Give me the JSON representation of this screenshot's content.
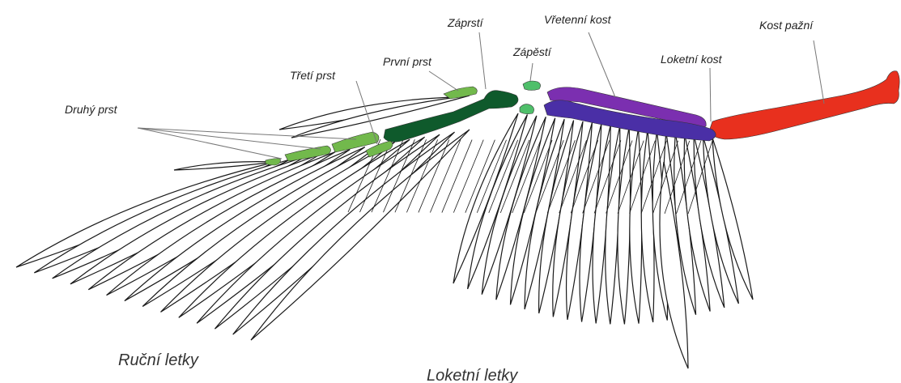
{
  "labels": {
    "zaprsti": "Záprstí",
    "vretenni_kost": "Vřetenní kost",
    "kost_pazni": "Kost pažní",
    "zapesti": "Zápěstí",
    "loketni_kost": "Loketní kost",
    "prvni_prst": "První prst",
    "treti_prst": "Třetí prst",
    "druhy_prst": "Druhý prst",
    "rucni_letky": "Ruční letky",
    "loketni_letky": "Loketní letky"
  },
  "colors": {
    "humerus": "#e8301e",
    "radius": "#7b2fb0",
    "ulna": "#4a2fa6",
    "carpometacarpus": "#0f5a2c",
    "carpals": "#4fbf6a",
    "phalanges": "#72b94c"
  }
}
